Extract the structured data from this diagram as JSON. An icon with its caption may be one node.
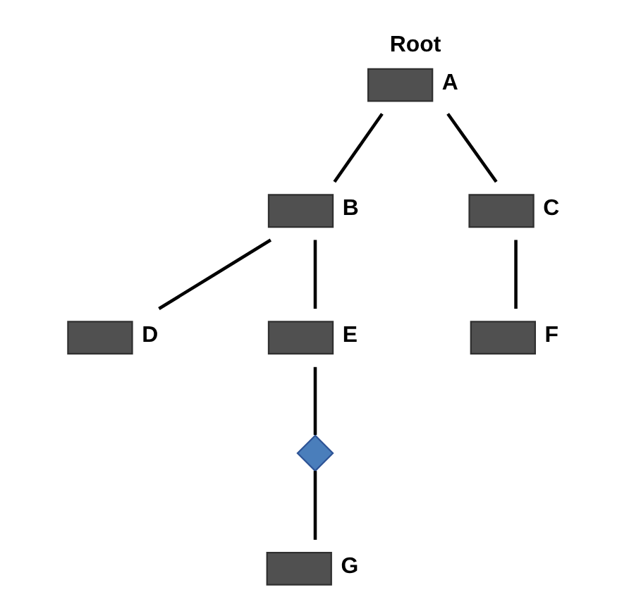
{
  "diagram": {
    "nodes": [
      {
        "text": [
          "A"
        ],
        "beside": [
          "Root"
        ]
      },
      {
        "text": [
          "B"
        ]
      },
      {
        "text": [
          "C"
        ]
      },
      {
        "text": [
          "D"
        ]
      },
      {
        "text": [
          "E"
        ]
      },
      {
        "text": [
          "F"
        ]
      },
      {
        "text": [],
        "shape": "cross"
      },
      {
        "text": [
          "G"
        ]
      }
    ],
    "edges": [
      {
        "from": 0,
        "to": 1,
        "arrow": "none"
      },
      {
        "from": 0,
        "to": 2,
        "arrow": "none"
      },
      {
        "from": 1,
        "to": 3,
        "arrow": "none"
      },
      {
        "from": 1,
        "to": 4,
        "arrow": "none"
      },
      {
        "from": 2,
        "to": 5,
        "arrow": "none"
      },
      {
        "from": 4,
        "to": 6,
        "arrow": "none"
      },
      {
        "from": 6,
        "to": 7,
        "arrow": "none"
      }
    ]
  }
}
